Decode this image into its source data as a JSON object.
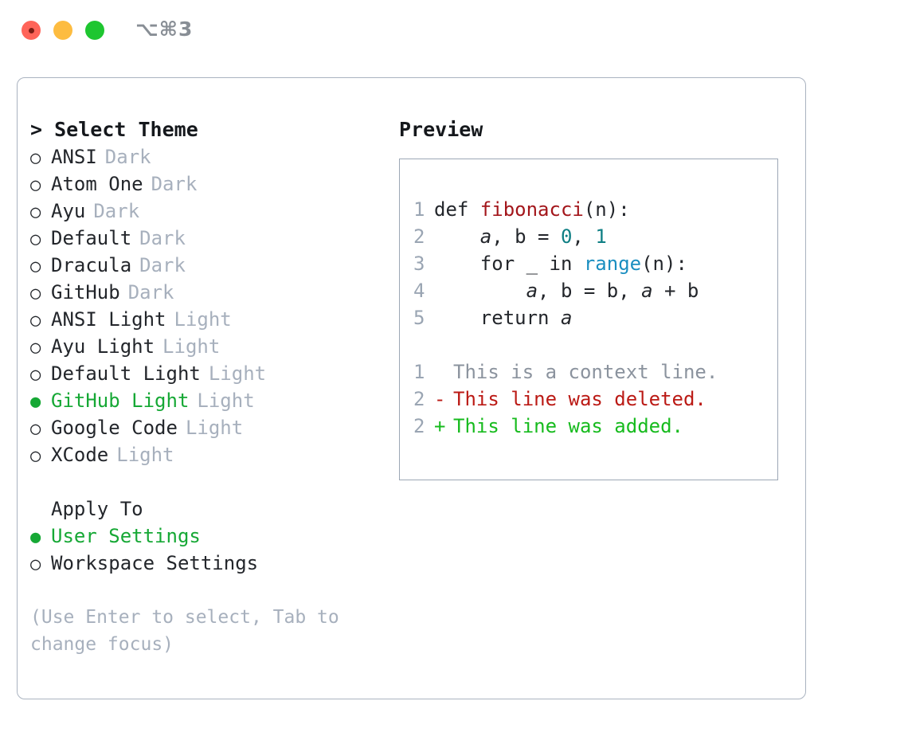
{
  "window": {
    "shortcut": "⌥⌘3",
    "traffic_lights": [
      "close",
      "minimize",
      "maximize"
    ],
    "colors": {
      "close": "#ff6459",
      "minimize": "#fdbc40",
      "maximize": "#1ec630",
      "accent_green": "#16a835",
      "muted": "#a7b0bd",
      "border": "#aab3c0"
    }
  },
  "theme_picker": {
    "caret": ">",
    "title": "Select Theme",
    "bullet_on": "●",
    "bullet_off": "○",
    "items": [
      {
        "name": "ANSI",
        "kind": "Dark",
        "selected": false
      },
      {
        "name": "Atom One",
        "kind": "Dark",
        "selected": false
      },
      {
        "name": "Ayu",
        "kind": "Dark",
        "selected": false
      },
      {
        "name": "Default",
        "kind": "Dark",
        "selected": false
      },
      {
        "name": "Dracula",
        "kind": "Dark",
        "selected": false
      },
      {
        "name": "GitHub",
        "kind": "Dark",
        "selected": false
      },
      {
        "name": "ANSI Light",
        "kind": "Light",
        "selected": false
      },
      {
        "name": "Ayu Light",
        "kind": "Light",
        "selected": false
      },
      {
        "name": "Default Light",
        "kind": "Light",
        "selected": false
      },
      {
        "name": "GitHub Light",
        "kind": "Light",
        "selected": true
      },
      {
        "name": "Google Code",
        "kind": "Light",
        "selected": false
      },
      {
        "name": "XCode",
        "kind": "Light",
        "selected": false
      }
    ]
  },
  "apply_to": {
    "title": "Apply To",
    "options": [
      {
        "label": "User Settings",
        "selected": true
      },
      {
        "label": "Workspace Settings",
        "selected": false
      }
    ]
  },
  "hint": "(Use Enter to select, Tab to change focus)",
  "preview": {
    "title": "Preview",
    "code": [
      {
        "no": "1",
        "parts": [
          {
            "t": "def ",
            "c": "plain"
          },
          {
            "t": "fibonacci",
            "c": "fn"
          },
          {
            "t": "(n):",
            "c": "plain"
          }
        ]
      },
      {
        "no": "2",
        "parts": [
          {
            "t": "    ",
            "c": "plain"
          },
          {
            "t": "a",
            "c": "var"
          },
          {
            "t": ", ",
            "c": "plain"
          },
          {
            "t": "b",
            "c": "plain"
          },
          {
            "t": " = ",
            "c": "plain"
          },
          {
            "t": "0",
            "c": "num"
          },
          {
            "t": ", ",
            "c": "plain"
          },
          {
            "t": "1",
            "c": "num"
          }
        ]
      },
      {
        "no": "3",
        "parts": [
          {
            "t": "    for _ in ",
            "c": "plain"
          },
          {
            "t": "range",
            "c": "call"
          },
          {
            "t": "(n):",
            "c": "plain"
          }
        ]
      },
      {
        "no": "4",
        "parts": [
          {
            "t": "        ",
            "c": "plain"
          },
          {
            "t": "a",
            "c": "var"
          },
          {
            "t": ", b = b, ",
            "c": "plain"
          },
          {
            "t": "a",
            "c": "var"
          },
          {
            "t": " + b",
            "c": "plain"
          }
        ]
      },
      {
        "no": "5",
        "parts": [
          {
            "t": "    return ",
            "c": "plain"
          },
          {
            "t": "a",
            "c": "var"
          }
        ]
      }
    ],
    "diff": [
      {
        "no": "1",
        "mark": "",
        "text": "This is a context line.",
        "kind": "ctx"
      },
      {
        "no": "2",
        "mark": "-",
        "text": "This line was deleted.",
        "kind": "del"
      },
      {
        "no": "2",
        "mark": "+",
        "text": "This line was added.",
        "kind": "add"
      }
    ]
  }
}
